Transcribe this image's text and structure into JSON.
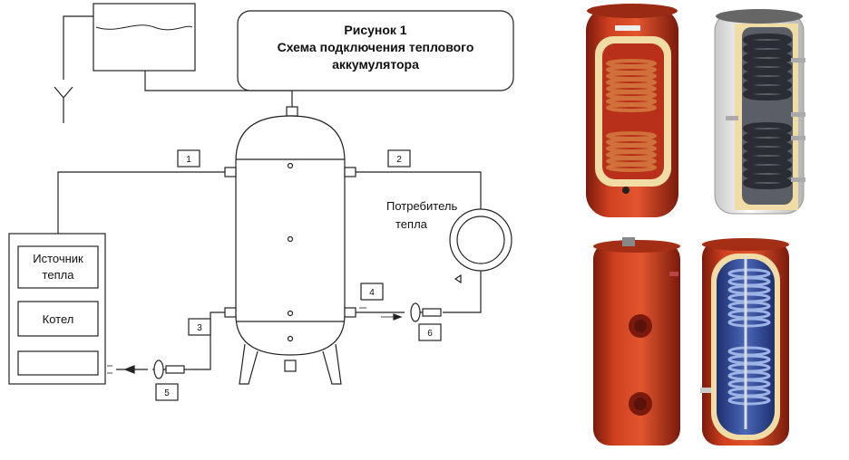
{
  "figure": {
    "title_line1": "Рисунок 1",
    "title_line2": "Схема подключения теплового",
    "title_line3": "аккумулятора"
  },
  "consumer": {
    "line1": "Потребитель",
    "line2": "тепла"
  },
  "heat_source": {
    "line1": "Источник",
    "line2": "тепла",
    "boiler": "Котел"
  },
  "ports": [
    "1",
    "2",
    "3",
    "4",
    "5",
    "6"
  ],
  "colors": {
    "line": "#222222",
    "tank_red": "#c8361d",
    "tank_red_dark": "#8e1f0f",
    "insulation": "#f1dca6",
    "coil_copper": "#c8642c",
    "coil_dark": "#3a3e45",
    "coil_blue": "#3a59a8"
  }
}
